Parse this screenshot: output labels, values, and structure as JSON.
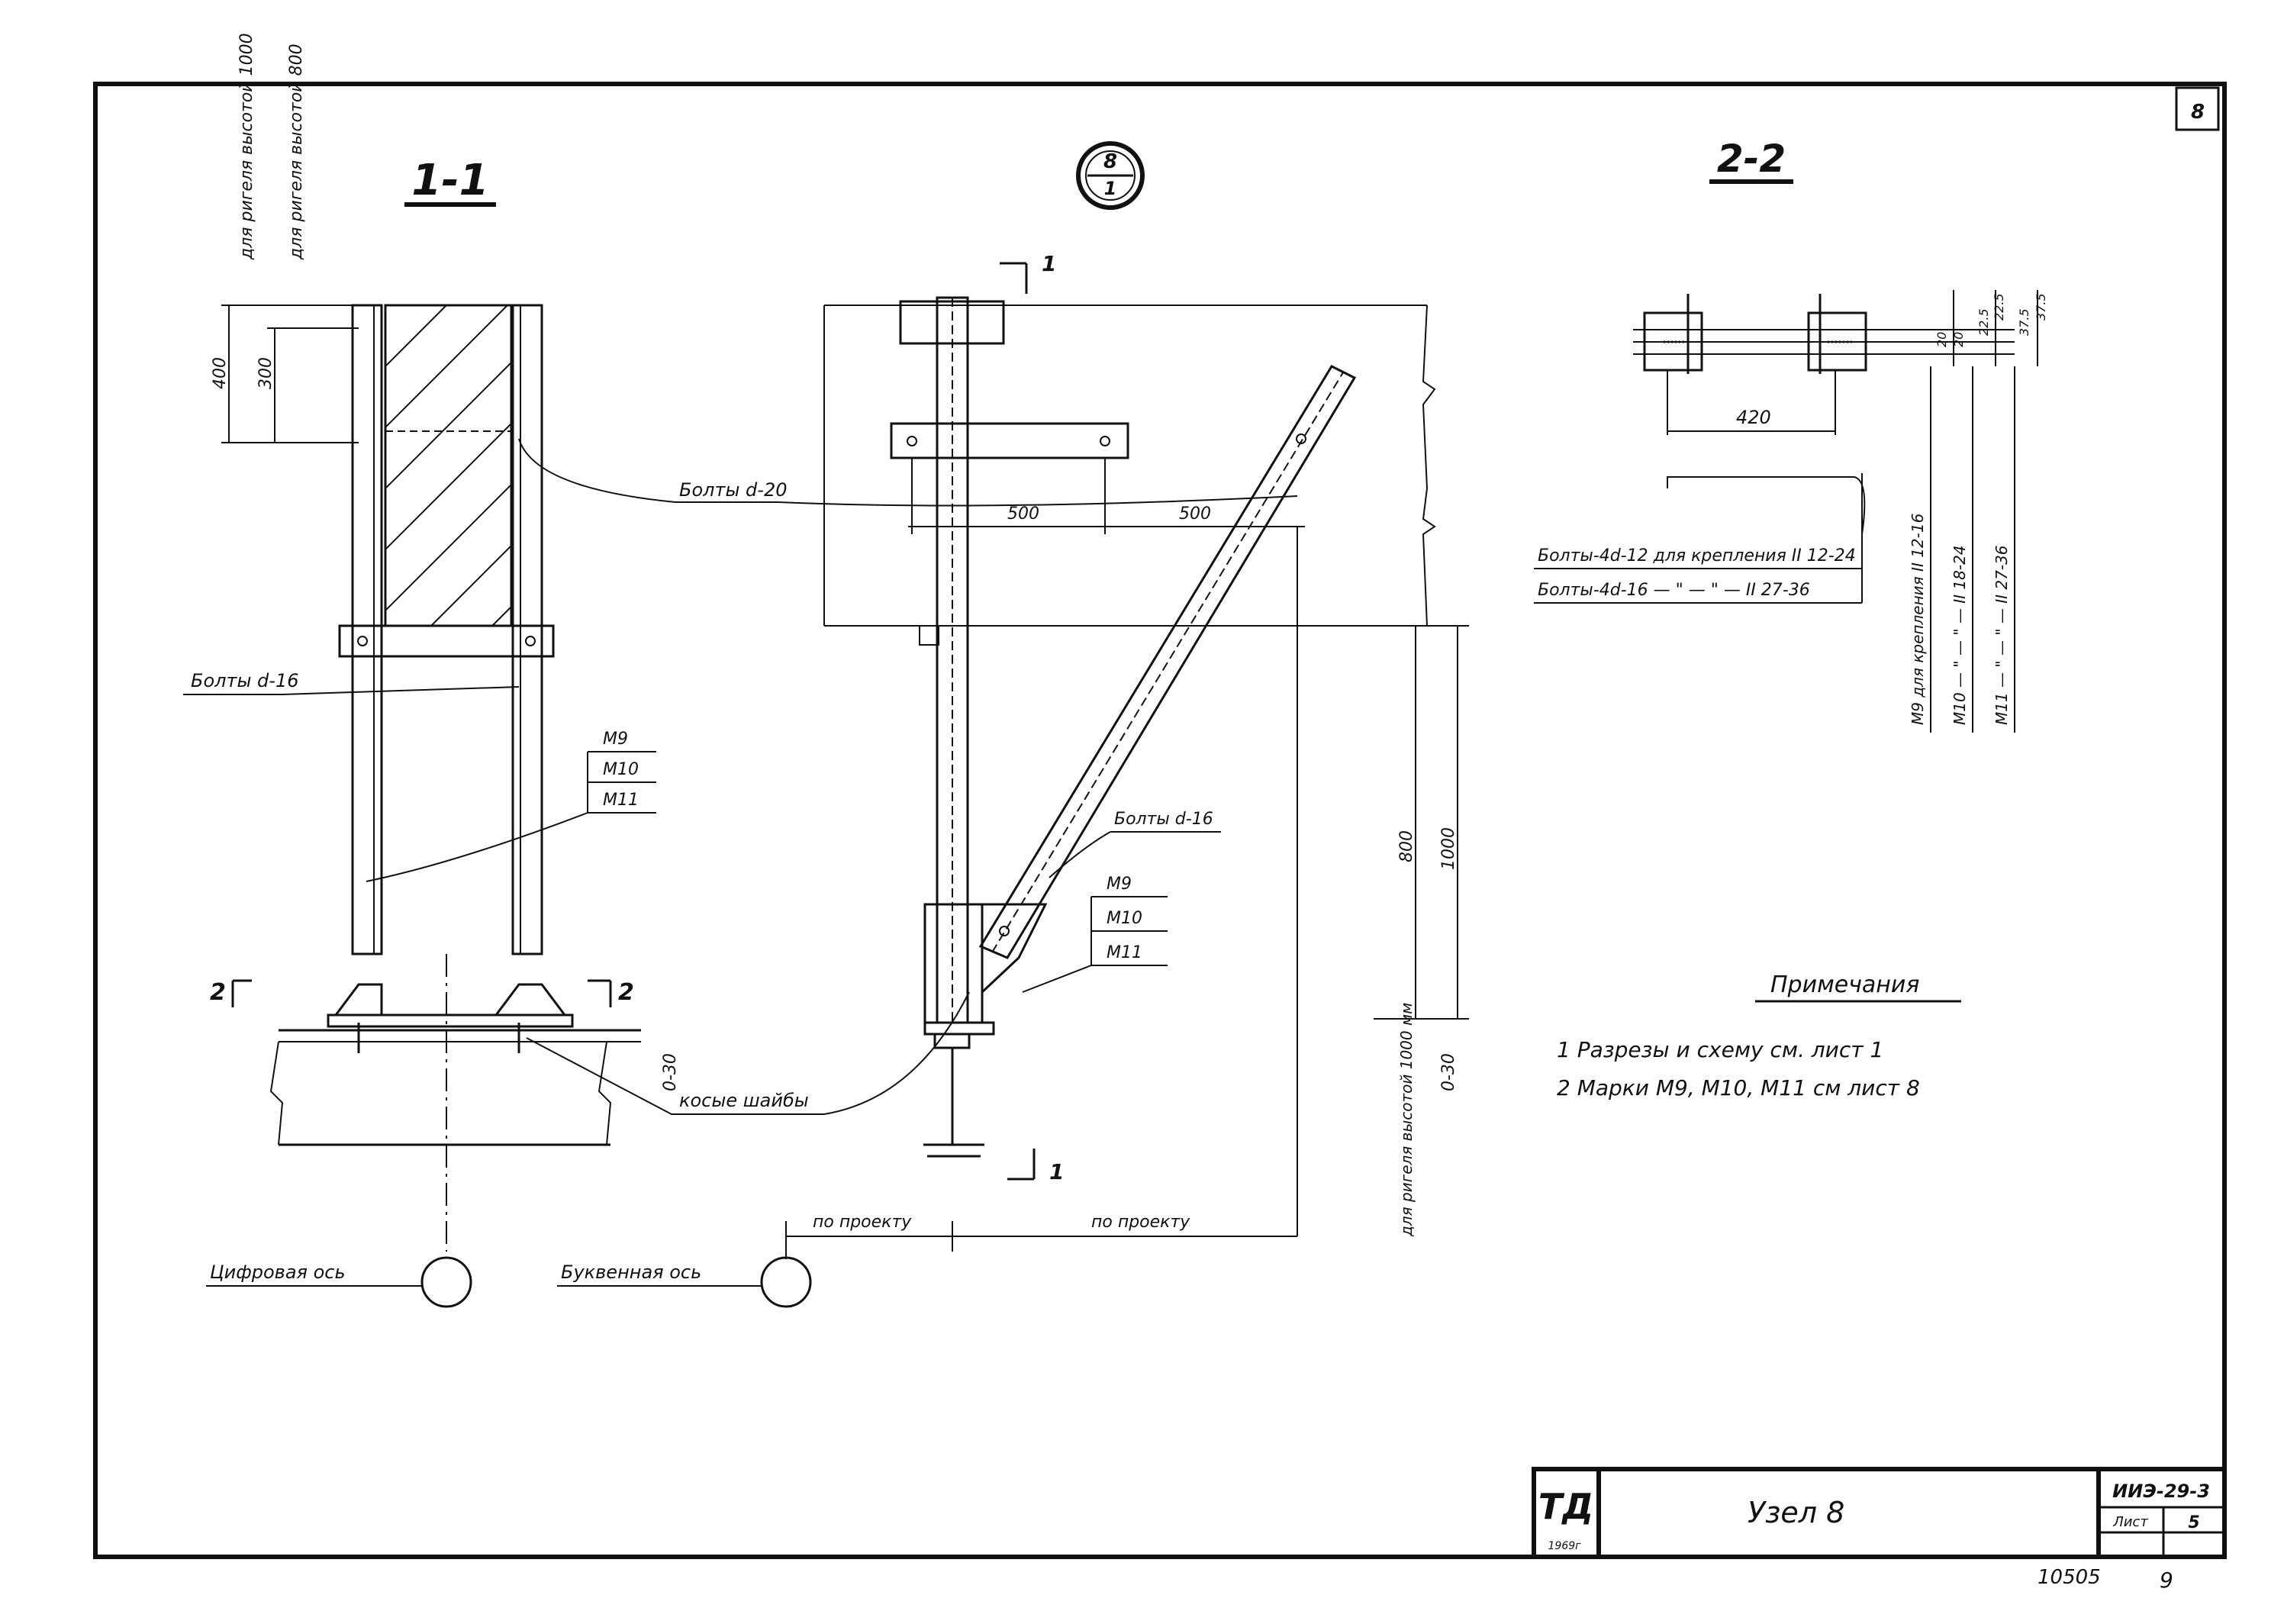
{
  "sheet_corner_number": "8",
  "section_1": {
    "title": "1-1"
  },
  "section_2": {
    "title": "2-2"
  },
  "node_marker": {
    "top": "8",
    "bottom": "1"
  },
  "left_view": {
    "label_riser_1000": "для ригеля высотой 1000",
    "label_riser_800": "для ригеля высотой 800",
    "dim_400": "400",
    "dim_300": "300",
    "bolts_d16": "Болты d-16",
    "marks": [
      "M9",
      "M10",
      "M11"
    ],
    "section_mark_2_left": "2",
    "section_mark_2_right": "2",
    "dim_0_30": "0-30",
    "oblique_washers": "косые шайбы",
    "digit_axis": "Цифровая ось",
    "letter_axis": "Буквенная ось"
  },
  "middle_view": {
    "section_mark_top": "1",
    "section_mark_bottom": "1",
    "bolts_d20": "Болты d-20",
    "dim_500_a": "500",
    "dim_500_b": "500",
    "bolts_d16": "Болты d-16",
    "marks": [
      "M9",
      "M10",
      "M11"
    ],
    "dim_800": "800",
    "dim_1000": "1000",
    "dim_0_30": "0-30",
    "riser_label": "для ригеля высотой 1000 мм",
    "by_project_1": "по проекту",
    "by_project_2": "по проекту"
  },
  "right_view": {
    "dim_420": "420",
    "dims_row1": [
      "20",
      "20"
    ],
    "dims_row2": [
      "22.5",
      "22.5"
    ],
    "dims_row3": [
      "37.5",
      "37.5"
    ],
    "bolts_line_1": "Болты-4d-12 для крепления II 12-24",
    "bolts_line_2": "Болты-4d-16 — \" — \" — II 27-36",
    "col_labels": [
      "M9 для крепления II 12-16",
      "M10 — \" — \" — II 18-24",
      "M11 — \" — \" — II 27-36"
    ]
  },
  "notes": {
    "title": "Примечания",
    "items": [
      "1 Разрезы и схему см. лист 1",
      "2 Марки М9, М10, М11 см лист 8"
    ]
  },
  "title_block": {
    "logo": "ТД",
    "year": "1969г",
    "name": "Узел 8",
    "code": "ИИЭ-29-3",
    "sheet_label": "Лист",
    "sheet_number": "5"
  },
  "footer": {
    "archive_number": "10505",
    "page_number": "9"
  }
}
